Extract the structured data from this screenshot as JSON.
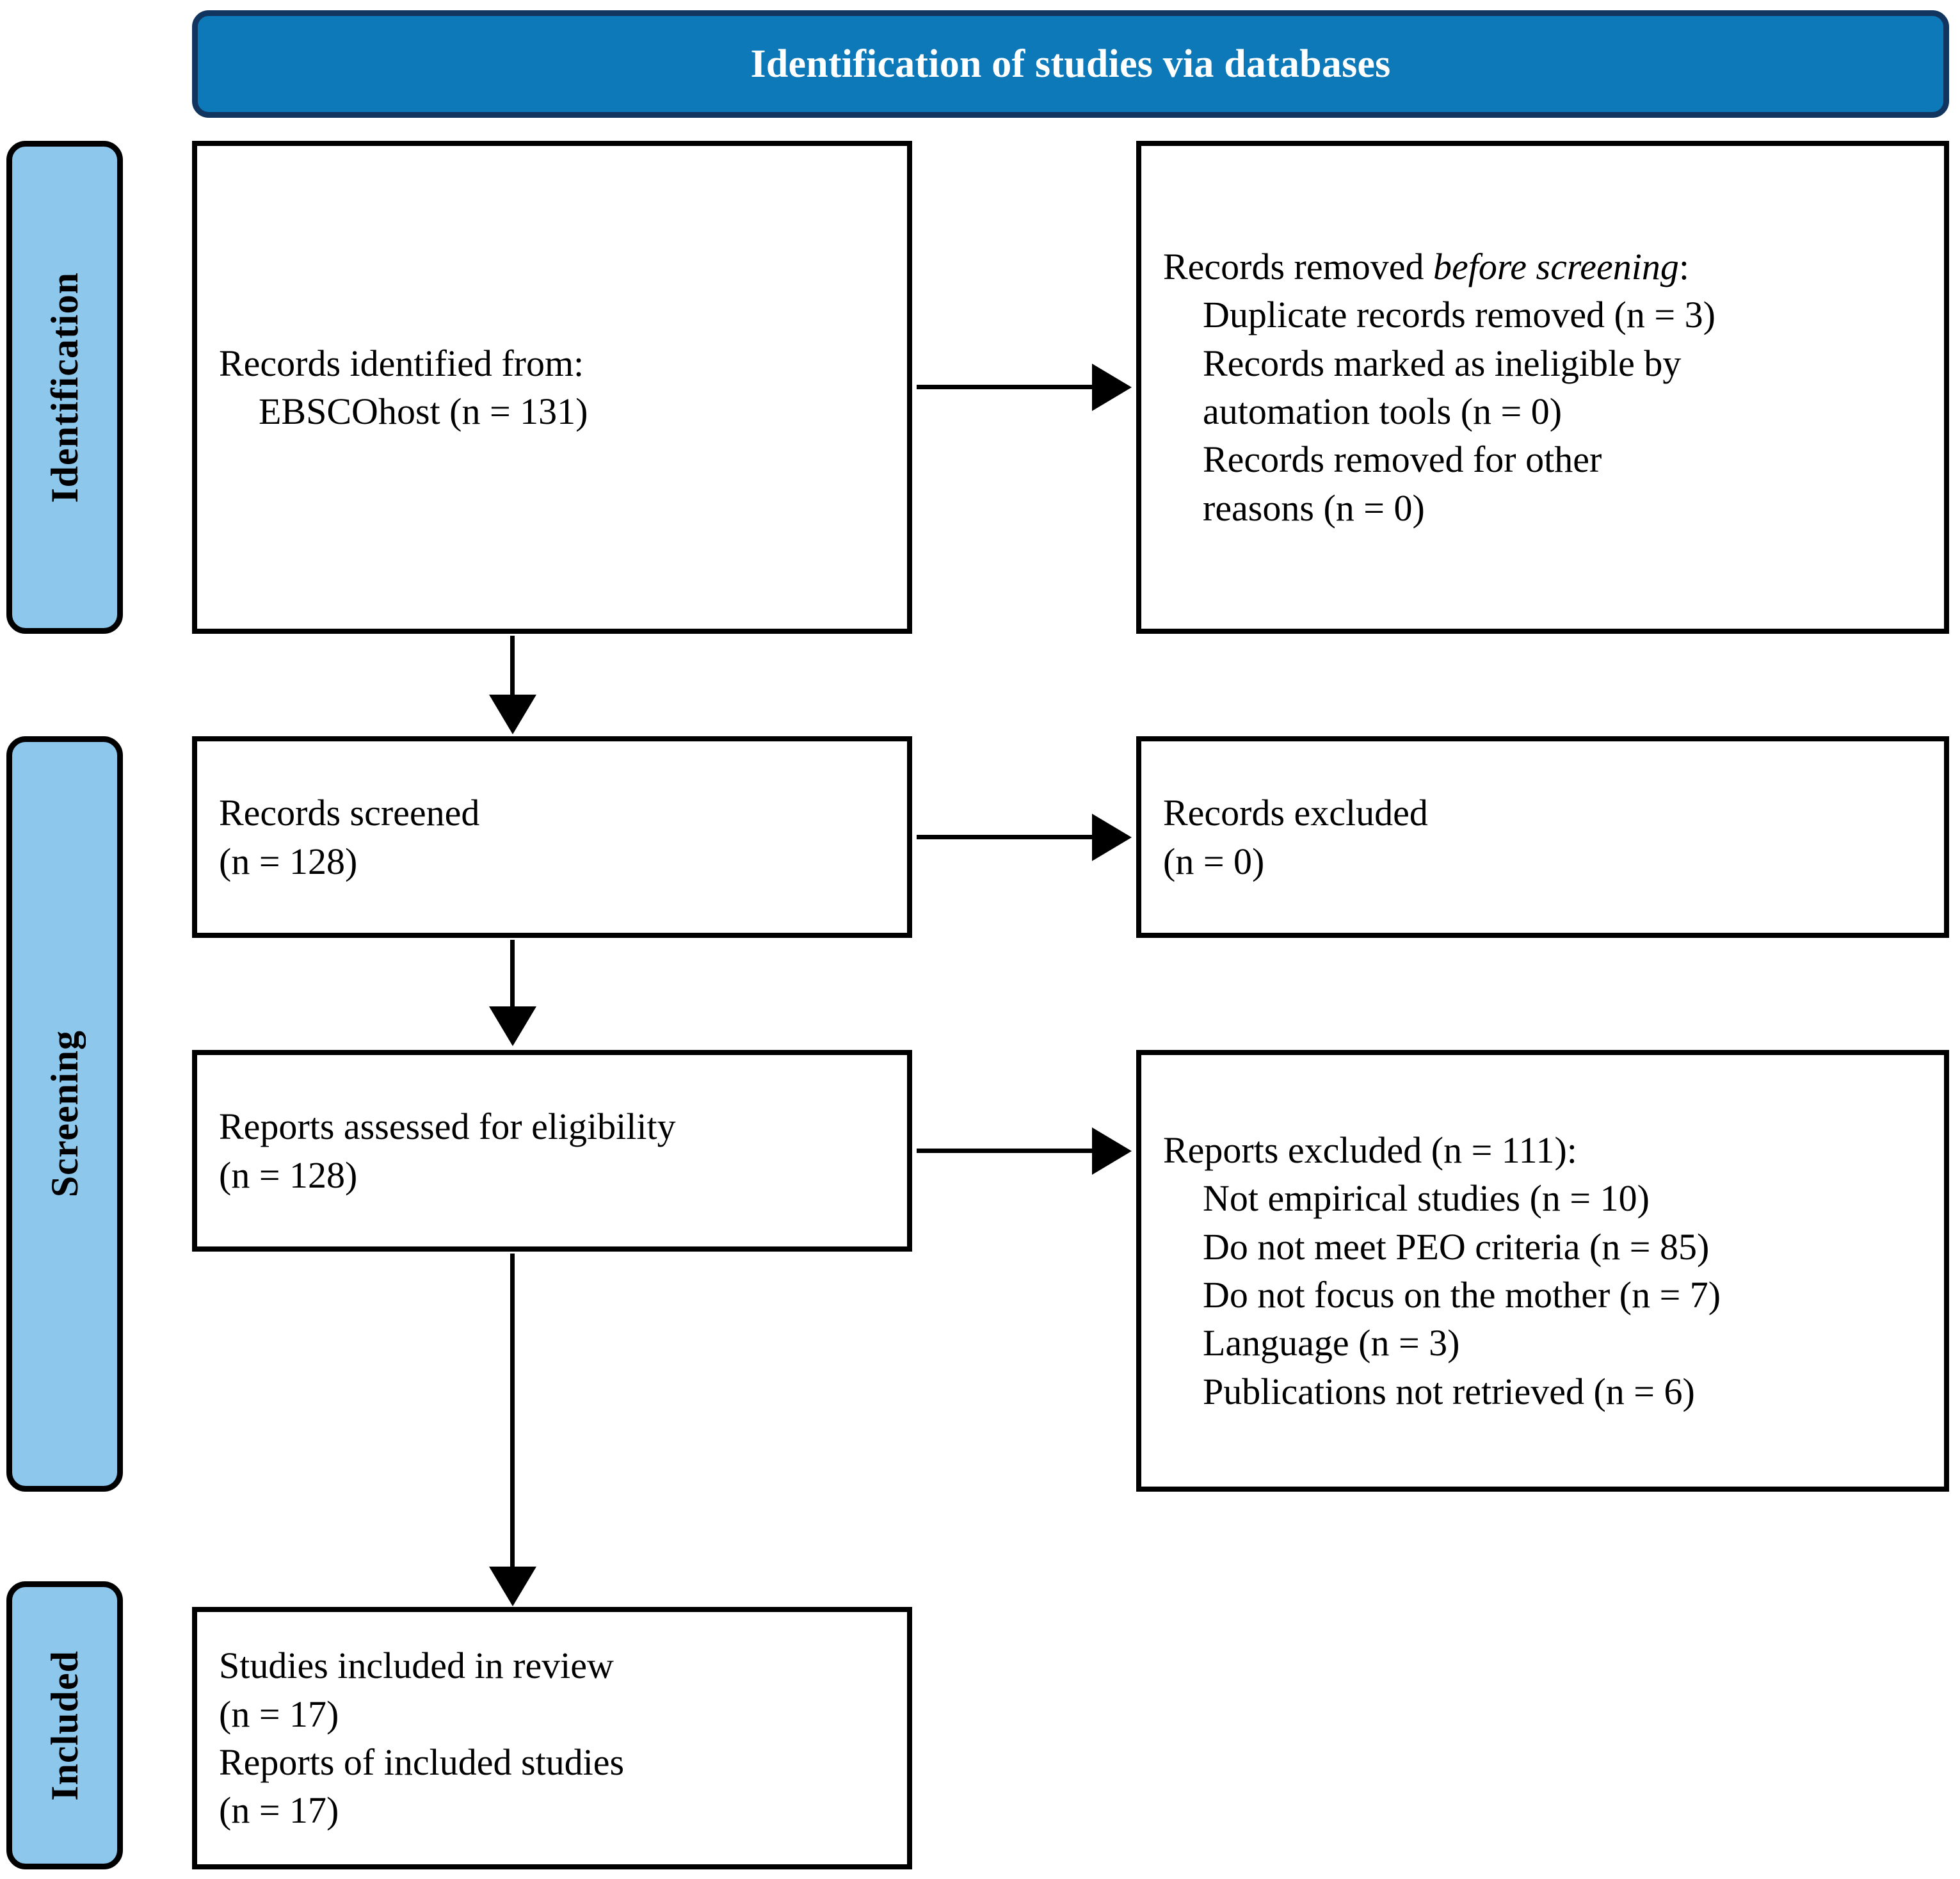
{
  "header": {
    "title": "Identification of studies via databases",
    "fill_color": "#0E79B9",
    "border_color": "#123560",
    "text_color": "#FFFFFF"
  },
  "stages": {
    "fill_color": "#8DC8EC",
    "border_color": "#000000",
    "identification": "Identification",
    "screening": "Screening",
    "included": "Included"
  },
  "boxes": {
    "records_identified": {
      "lines": [
        "Records identified from:",
        "EBSCOhost (n = 131)"
      ]
    },
    "records_removed": {
      "heading_prefix": "Records removed ",
      "heading_italic": "before screening",
      "heading_suffix": ":",
      "lines": [
        "Duplicate records removed (n = 3)",
        "Records marked as ineligible by",
        "automation tools (n = 0)",
        "Records removed for other",
        "reasons (n = 0)"
      ]
    },
    "records_screened": {
      "lines": [
        "Records screened",
        "(n = 128)"
      ]
    },
    "records_excluded": {
      "lines": [
        "Records excluded",
        "(n = 0)"
      ]
    },
    "reports_assessed": {
      "lines": [
        "Reports assessed for eligibility",
        "(n = 128)"
      ]
    },
    "reports_excluded": {
      "heading": "Reports excluded (n = 111):",
      "lines": [
        "Not empirical studies (n = 10)",
        "Do not meet PEO criteria (n = 85)",
        "Do not focus on the mother (n = 7)",
        "Language (n = 3)",
        "Publications not retrieved (n = 6)"
      ]
    },
    "studies_included": {
      "lines": [
        "Studies included in review",
        "(n = 17)",
        "Reports of included studies",
        "(n = 17)"
      ]
    }
  }
}
